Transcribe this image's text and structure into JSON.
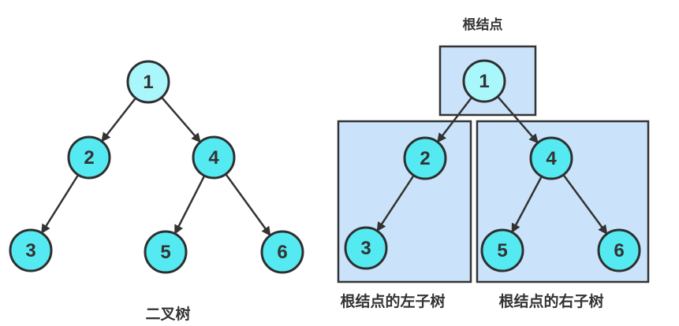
{
  "colors": {
    "node_fill_root": "#a9f7fb",
    "node_fill": "#55eaf2",
    "node_stroke": "#2f2f2f",
    "arrow": "#333333",
    "box_fill": "#cbe3fa",
    "box_stroke": "#333333",
    "label": "#333333"
  },
  "left_tree": {
    "caption": "二叉树",
    "nodes": {
      "n1": "1",
      "n2": "2",
      "n3": "3",
      "n4": "4",
      "n5": "5",
      "n6": "6"
    },
    "edges": [
      [
        "1",
        "2"
      ],
      [
        "1",
        "4"
      ],
      [
        "2",
        "3"
      ],
      [
        "4",
        "5"
      ],
      [
        "4",
        "6"
      ]
    ]
  },
  "right_tree": {
    "root_box_label": "根结点",
    "left_subtree_label": "根结点的左子树",
    "right_subtree_label": "根结点的右子树",
    "nodes": {
      "n1": "1",
      "n2": "2",
      "n3": "3",
      "n4": "4",
      "n5": "5",
      "n6": "6"
    },
    "edges": [
      [
        "1",
        "2"
      ],
      [
        "1",
        "4"
      ],
      [
        "2",
        "3"
      ],
      [
        "4",
        "5"
      ],
      [
        "4",
        "6"
      ]
    ]
  }
}
